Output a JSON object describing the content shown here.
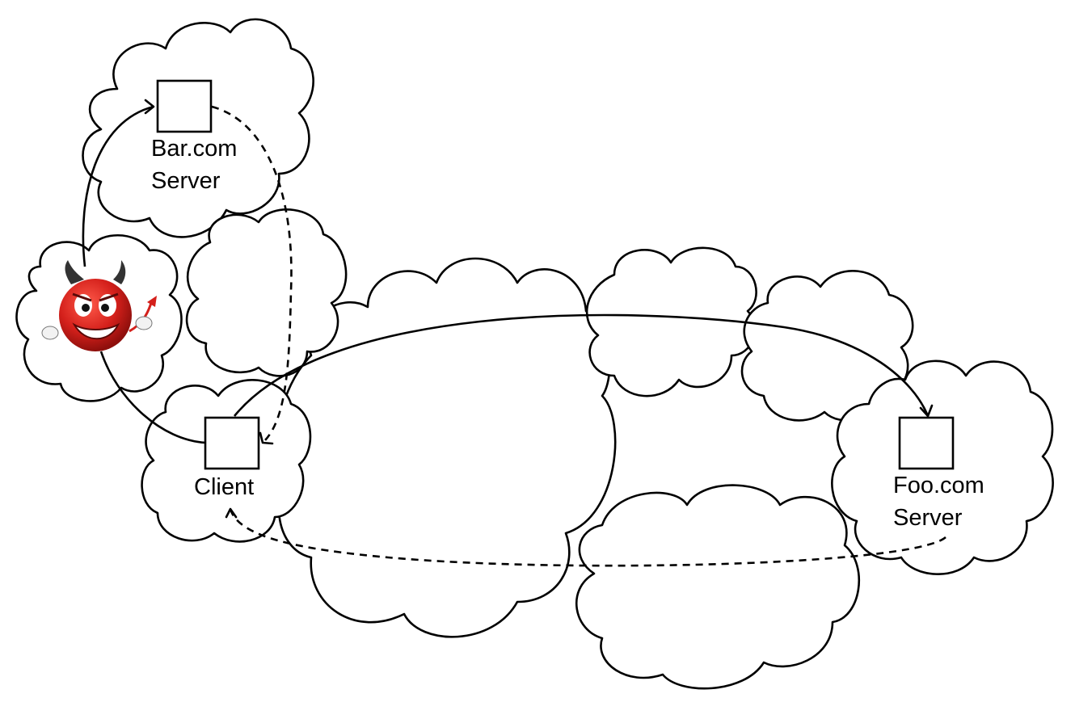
{
  "nodes": {
    "bar_server": {
      "line1": "Bar.com",
      "line2": "Server"
    },
    "client": {
      "label": "Client"
    },
    "foo_server": {
      "line1": "Foo.com",
      "line2": "Server"
    }
  },
  "attacker": {
    "icon": "devil-icon"
  },
  "colors": {
    "stroke": "#000000",
    "background": "#ffffff",
    "devil_face": "#d4201b",
    "devil_horn": "#333333"
  }
}
